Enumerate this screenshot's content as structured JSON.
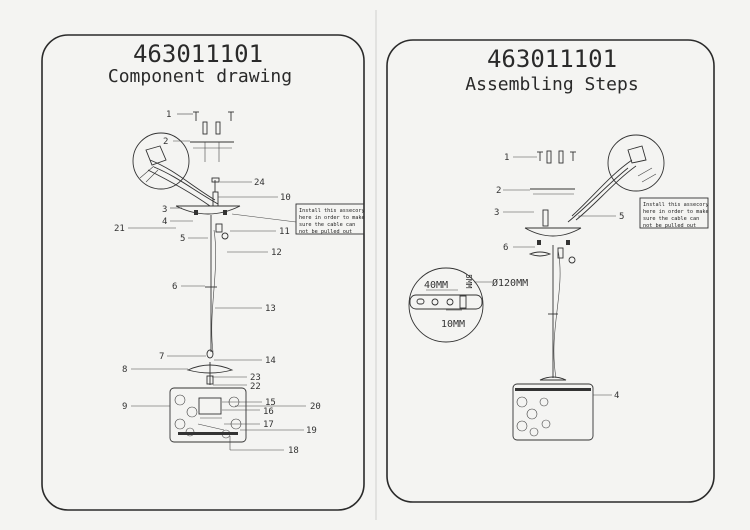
{
  "left_panel": {
    "model_number": "463011101",
    "heading": "Component drawing",
    "note": [
      "Install this assecory",
      "here in order to make",
      "sure the cable can",
      "not be pulled out"
    ],
    "callouts": [
      "1",
      "2",
      "3",
      "4",
      "5",
      "6",
      "7",
      "8",
      "9",
      "10",
      "11",
      "12",
      "13",
      "14",
      "15",
      "16",
      "17",
      "18",
      "19",
      "20",
      "21",
      "22",
      "23",
      "24"
    ]
  },
  "right_panel": {
    "model_number": "463011101",
    "heading": "Assembling Steps",
    "note": [
      "Install this assecory",
      "here in order to make",
      "sure the cable can",
      "not be pulled out"
    ],
    "callouts": [
      "1",
      "2",
      "3",
      "4",
      "5",
      "6"
    ],
    "dimensions": {
      "width_40": "40MM",
      "height_5": "5MM",
      "width_10": "10MM",
      "diameter": "Ø120MM"
    }
  }
}
